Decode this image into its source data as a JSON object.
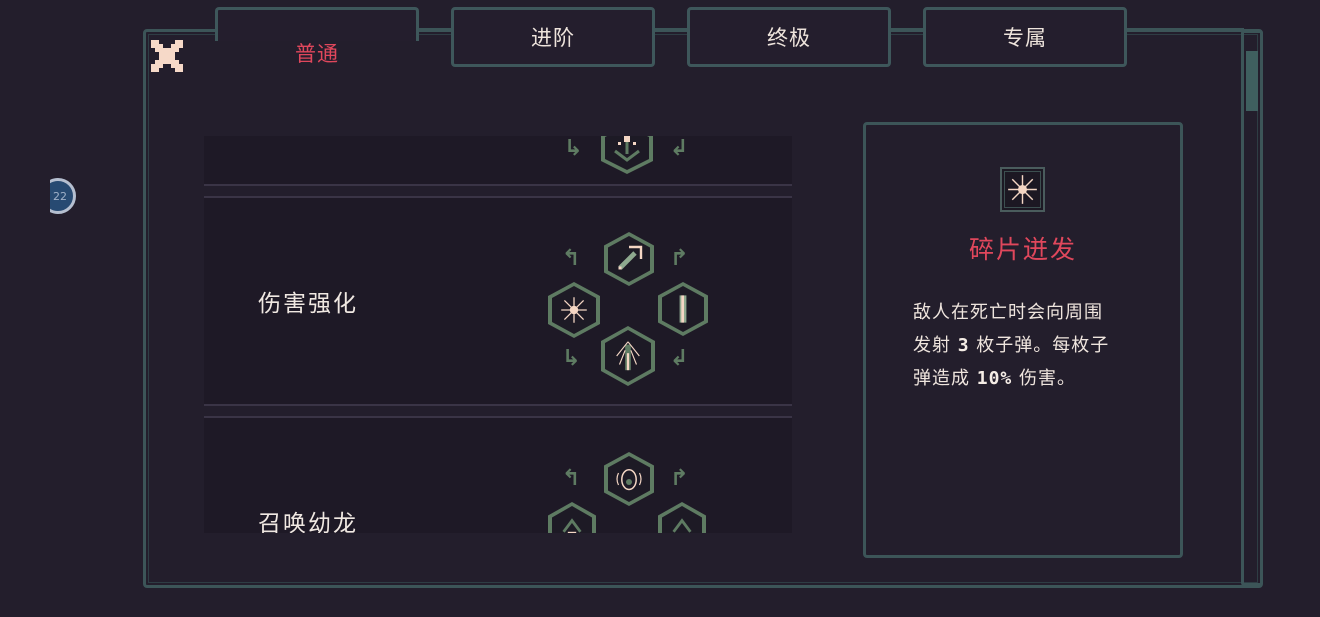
{
  "tabs": [
    {
      "label": "普通",
      "active": true
    },
    {
      "label": "进阶",
      "active": false
    },
    {
      "label": "终极",
      "active": false
    },
    {
      "label": "专属",
      "active": false
    }
  ],
  "close_label": "close",
  "side_badge": {
    "value": "22"
  },
  "skill_groups": [
    {
      "label": "",
      "icons": [
        "shield-chevron-icon"
      ]
    },
    {
      "label": "伤害强化",
      "icons": [
        "dagger-icon",
        "shard-burst-icon",
        "bullet-icon",
        "insect-icon"
      ]
    },
    {
      "label": "召唤幼龙",
      "icons": [
        "dragon-egg-icon",
        "dragon-skull-icon",
        "dragon-swirl-icon"
      ]
    }
  ],
  "detail": {
    "icon": "shard-burst-icon",
    "title": "碎片迸发",
    "desc_line1": "敌人在死亡时会向周围",
    "desc_line2_pre": "发射 ",
    "desc_line2_num": "3",
    "desc_line2_post": " 枚子弹。每枚子",
    "desc_line3_pre": "弹造成 ",
    "desc_line3_num": "10%",
    "desc_line3_post": " 伤害。"
  },
  "colors": {
    "background": "#231e2c",
    "frame": "#3c5558",
    "accent_red": "#e0475c",
    "icon_green": "#5e7b62",
    "text": "#eee4dc"
  }
}
